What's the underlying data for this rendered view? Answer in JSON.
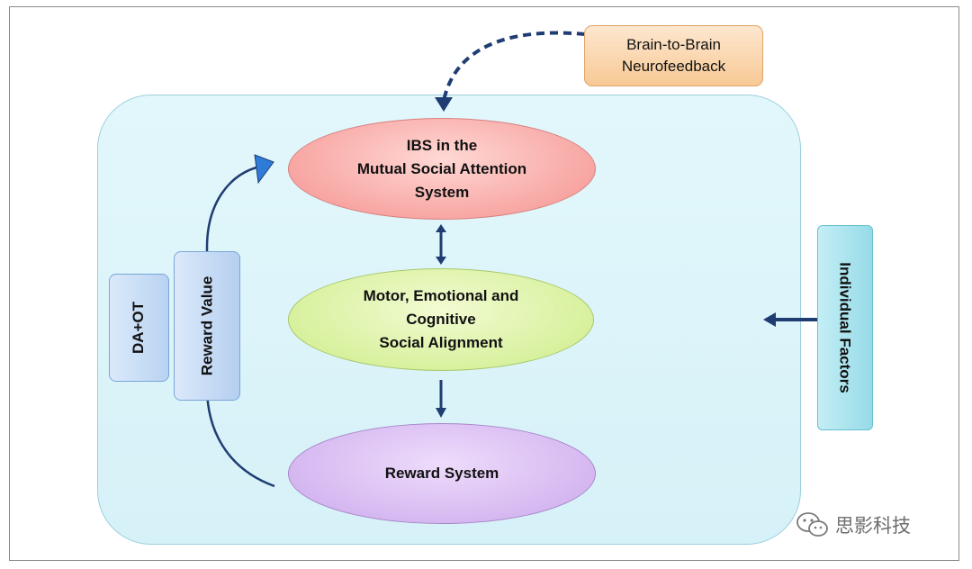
{
  "nodes": {
    "ibs": "IBS in the\nMutual Social Attention\nSystem",
    "motor": "Motor, Emotional and\nCognitive\nSocial Alignment",
    "reward": "Reward System",
    "brain_to_brain": "Brain-to-Brain\nNeurofeedback",
    "da_ot": "DA+OT",
    "reward_value": "Reward Value",
    "individual_factors": "Individual Factors"
  },
  "watermark": {
    "text": "思影科技",
    "icon": "wechat-icon"
  },
  "colors": {
    "arrow": "#1f3d73",
    "panel": "#dcf4fa",
    "ibs": "#f7a3a0",
    "motor": "#d6f09a",
    "reward": "#d4b5f0",
    "brain_box": "#f8c995",
    "reward_boxes": "#c4dbf5",
    "individual_box": "#a9e2ee"
  }
}
